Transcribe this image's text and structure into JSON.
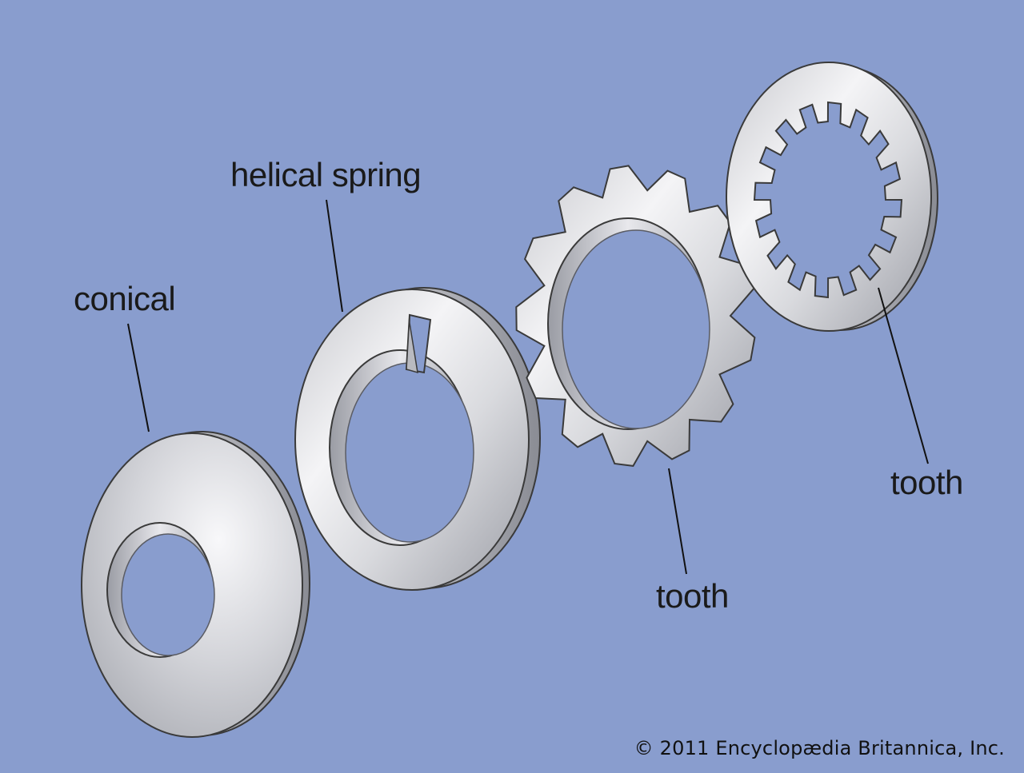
{
  "background_color": "#899dce",
  "metal_color": "#d6d7dc",
  "labels": {
    "conical": "conical",
    "helical_spring": "helical spring",
    "tooth_external": "tooth",
    "tooth_internal": "tooth"
  },
  "copyright": "© 2011 Encyclopædia Britannica, Inc."
}
